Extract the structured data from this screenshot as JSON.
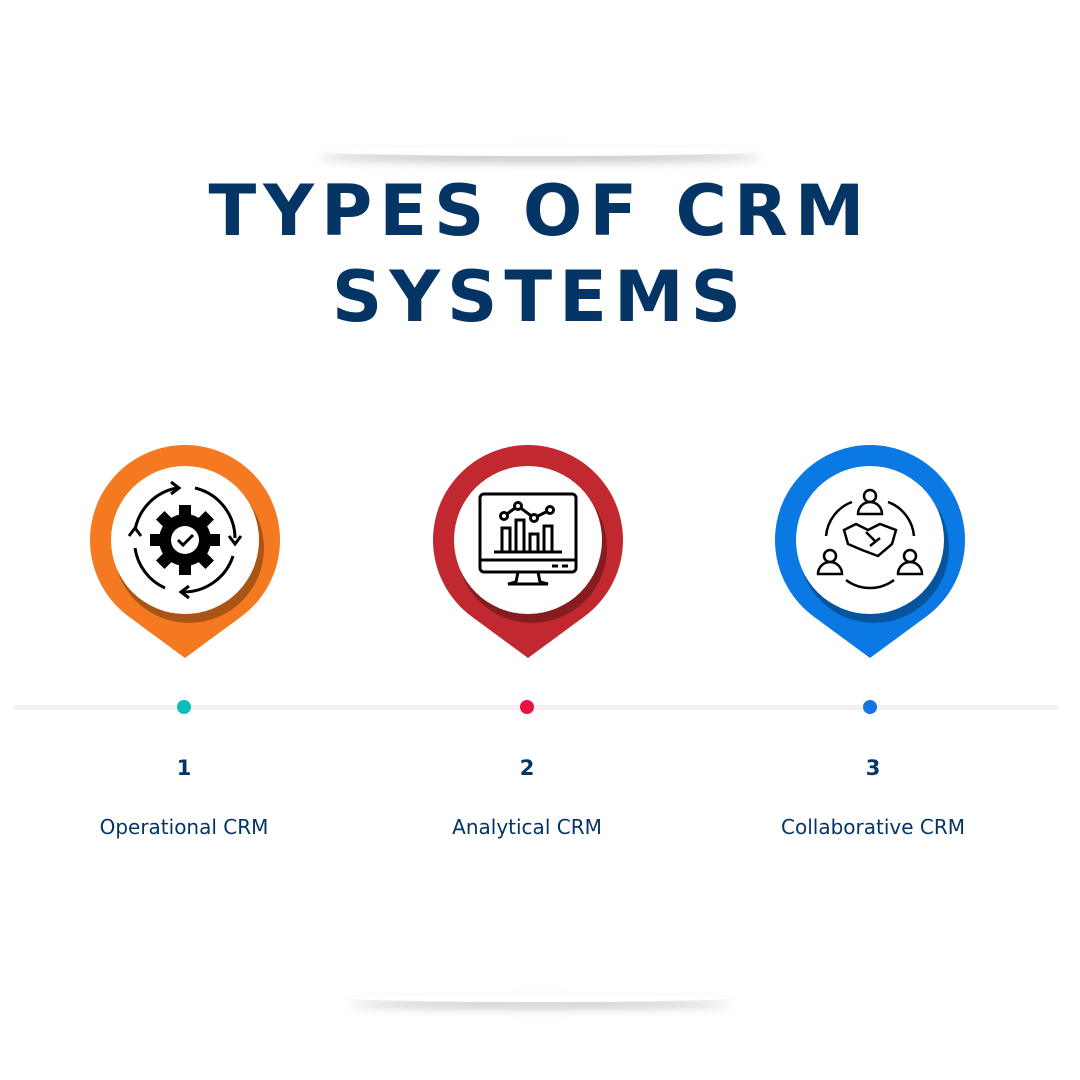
{
  "title_line1": "TYPES OF CRM",
  "title_line2": "SYSTEMS",
  "items": [
    {
      "number": "1",
      "label": "Operational CRM",
      "pin_color": "#f47920",
      "dot_color": "#0bbcbf",
      "icon": "gear-cycle-check-icon"
    },
    {
      "number": "2",
      "label": "Analytical CRM",
      "pin_color": "#c1282f",
      "dot_color": "#e8123f",
      "icon": "monitor-chart-icon"
    },
    {
      "number": "3",
      "label": "Collaborative CRM",
      "pin_color": "#0a79e3",
      "dot_color": "#1474e6",
      "icon": "handshake-people-icon"
    }
  ]
}
